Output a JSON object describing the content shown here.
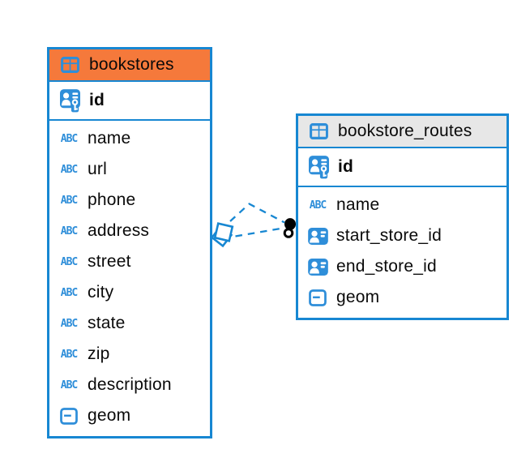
{
  "diagram": {
    "colors": {
      "accent_blue": "#1787d2",
      "icon_blue": "#2e8ed9",
      "header_orange": "#f5793b",
      "header_gray": "#e7e7e7",
      "text_black": "#0a0a0a",
      "marker_black": "#000000",
      "canvas_white": "#ffffff"
    },
    "abc_icon_label": "ABC",
    "tables": [
      {
        "title": "bookstores",
        "header_style": "orange",
        "primary_key": {
          "name": "id",
          "icon": "person-key-icon"
        },
        "columns": [
          {
            "name": "name",
            "icon": "abc-icon"
          },
          {
            "name": "url",
            "icon": "abc-icon"
          },
          {
            "name": "phone",
            "icon": "abc-icon"
          },
          {
            "name": "address",
            "icon": "abc-icon"
          },
          {
            "name": "street",
            "icon": "abc-icon"
          },
          {
            "name": "city",
            "icon": "abc-icon"
          },
          {
            "name": "state",
            "icon": "abc-icon"
          },
          {
            "name": "zip",
            "icon": "abc-icon"
          },
          {
            "name": "description",
            "icon": "abc-icon"
          },
          {
            "name": "geom",
            "icon": "geometry-icon"
          }
        ]
      },
      {
        "title": "bookstore_routes",
        "header_style": "gray",
        "primary_key": {
          "name": "id",
          "icon": "person-key-icon"
        },
        "columns": [
          {
            "name": "name",
            "icon": "abc-icon"
          },
          {
            "name": "start_store_id",
            "icon": "person-ref-icon"
          },
          {
            "name": "end_store_id",
            "icon": "person-ref-icon"
          },
          {
            "name": "geom",
            "icon": "geometry-icon"
          }
        ]
      }
    ],
    "relationships": [
      {
        "from": "bookstores",
        "to": "bookstore_routes",
        "style": "dashed"
      },
      {
        "from": "bookstores",
        "to": "bookstore_routes",
        "style": "dashed"
      }
    ]
  }
}
